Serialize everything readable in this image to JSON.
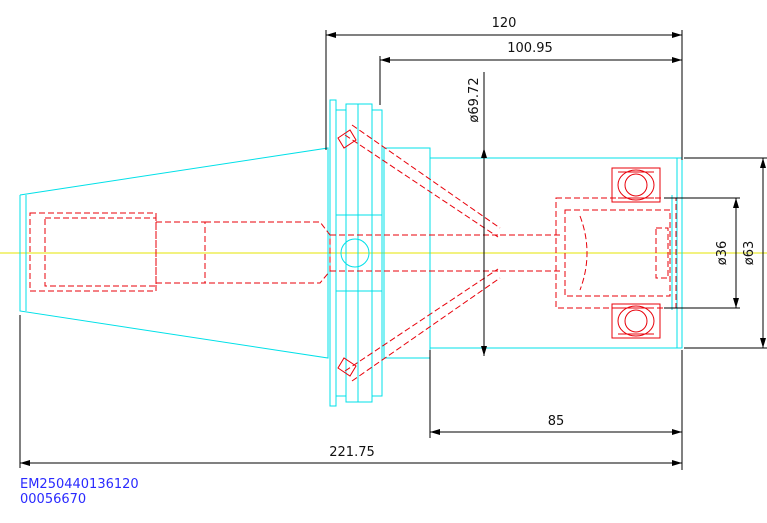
{
  "dimensions": {
    "overall_length": "221.75",
    "length_120": "120",
    "length_100_95": "100.95",
    "length_85": "85",
    "dia_69_72": "ø69.72",
    "dia_36": "ø36",
    "dia_63": "ø63"
  },
  "part_code": "EM250440136120",
  "serial": "00056670",
  "colors": {
    "outline": "#00e0e8",
    "hidden": "#e8000a",
    "dimension": "#000000",
    "centerline": "#e6e600",
    "code_text": "#2a2aff"
  }
}
